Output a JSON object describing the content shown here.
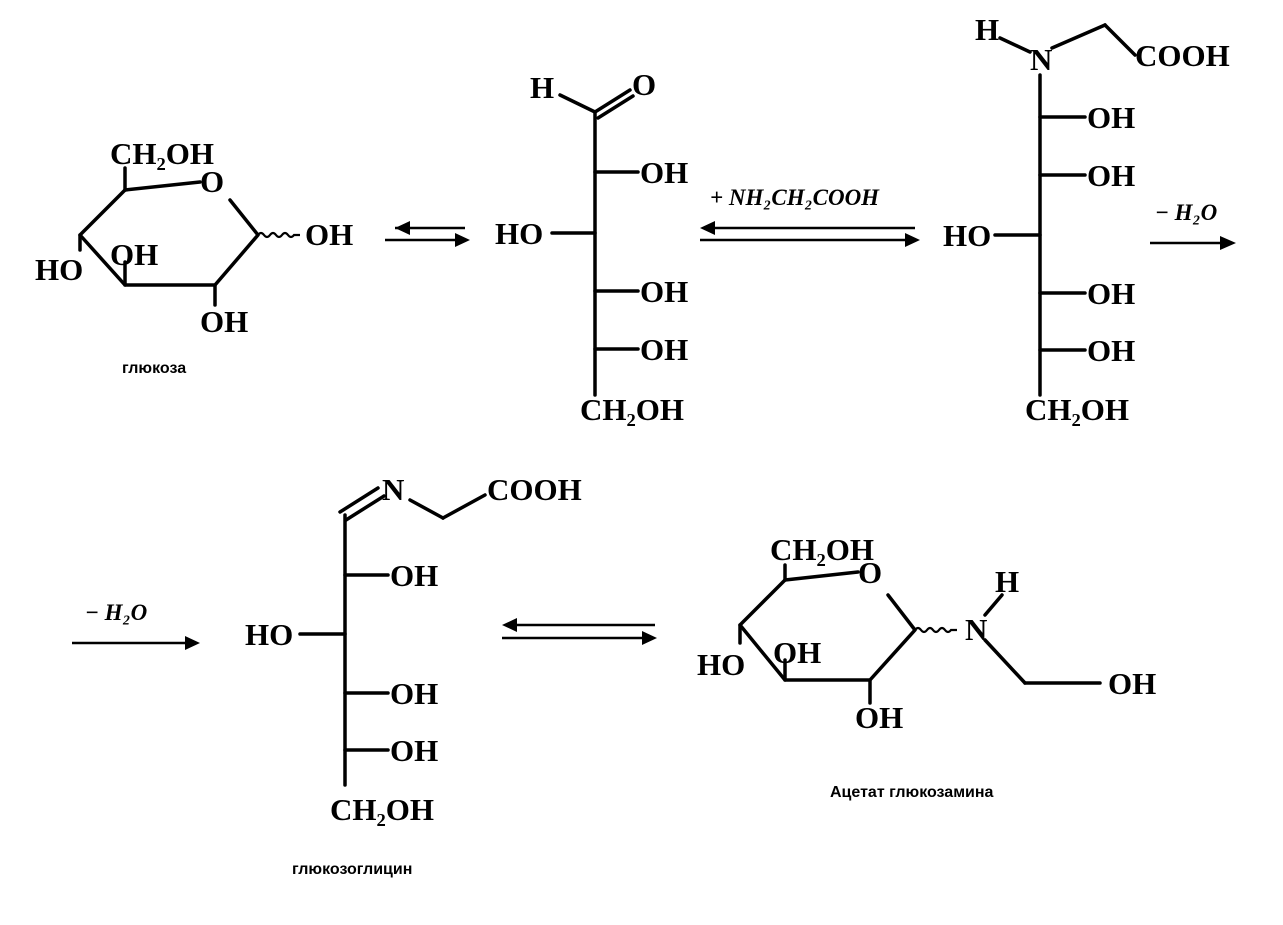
{
  "labels": {
    "glucose_ch2oh": "CH₂OH",
    "glucose_o": "O",
    "glucose_oh_right": "OH",
    "glucose_oh_left": "HO",
    "glucose_oh_inner": "OH",
    "glucose_oh_bottom": "OH",
    "glucose_caption": "глюкоза",
    "open_h": "H",
    "open_o": "O",
    "open_oh1": "OH",
    "open_ho2": "HO",
    "open_oh3": "OH",
    "open_oh4": "OH",
    "open_ch2oh": "CH₂OH",
    "reagent": "+ NH₂CH₂COOH",
    "adduct_h": "H",
    "adduct_n": "N",
    "adduct_cooh": "COOH",
    "adduct_oh1": "OH",
    "adduct_oh2": "OH",
    "adduct_ho3": "HO",
    "adduct_oh4": "OH",
    "adduct_oh5": "OH",
    "adduct_ch2oh": "CH₂OH",
    "minus_h2o_1": "− H₂O",
    "minus_h2o_2": "− H₂O",
    "schiff_n": "N",
    "schiff_cooh": "COOH",
    "schiff_oh1": "OH",
    "schiff_ho2": "HO",
    "schiff_oh3": "OH",
    "schiff_oh4": "OH",
    "schiff_ch2oh": "CH₂OH",
    "schiff_caption": "глюкозоглицин",
    "gla_ch2oh": "CH₂OH",
    "gla_o": "O",
    "gla_n": "N",
    "gla_h": "H",
    "gla_tail_oh": "OH",
    "gla_ho": "HO",
    "gla_oh_inner": "OH",
    "gla_oh_bottom": "OH",
    "gla_caption": "Ацетат глюкозамина"
  }
}
